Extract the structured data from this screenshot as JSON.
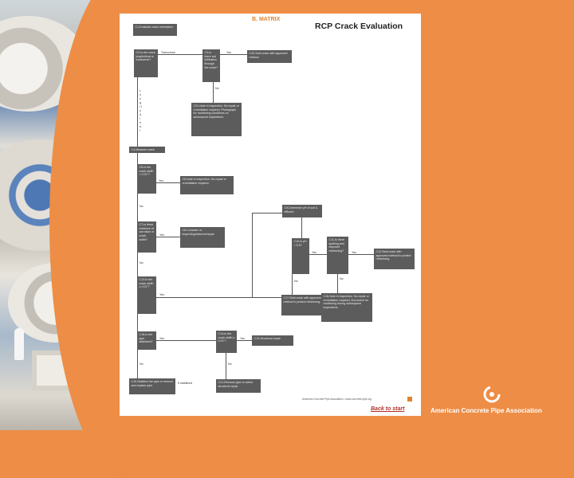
{
  "header": {
    "matrix": "B. MATRIX",
    "title": "RCP Crack Evaluation"
  },
  "boxes": {
    "c1": "C1-Evaluate crack orientation.",
    "c2": "C2-Is the crack longitudinal or transverse?",
    "c3": "C3-Is there soil infiltration through the crack?",
    "c32": "C32-Seal crack with approved method",
    "c31": "C31-Note in inspection. No repair or remediation required. Photograph for monitoring conditions on subsequent inspections.",
    "c4": "C4-Measure crack",
    "c5": "C5-Is the crack width < 0.01\"?",
    "c6": "C6-Note in inspection. No repair or remediation required.",
    "c9": "C9-Determine pH of soil & effluent.",
    "c7": "C7-Is there evidence of corrosion or crack width?",
    "c8": "C8-Consider re-inspecting/observe/repair",
    "c10": "C10-Is pH < 5.5?",
    "c11": "C11-Is there spalling and exposed reinforcing?",
    "c12": "C12-Seal crack with approved method to protect reinforcing.",
    "c13": "C13-Is the crack width ≥ 0.01\"?",
    "c17": "C17-Seal crack with approved method to protect reinforcing.",
    "c16": "C16-Note in inspection. No repair or remediation required. Document for monitoring during subsequent inspections.",
    "c18": "C18-Is the pipe stabilized?",
    "c14": "C14-Is the crack width ≥ 0.01\"?",
    "c15": "C15-Structural repair",
    "c19": "C19-Stabilize the pipe or remove and replace pipe.",
    "c21": "C21-Remove pipe or select structural repair"
  },
  "labels": {
    "transverse": "Transverse",
    "yes": "Yes",
    "no": "No",
    "stabilized": "If stabilized",
    "longitudinal": "L o n g i t u d i n a l"
  },
  "footer": {
    "note": "American Concrete Pipe Association • www.concrete-pipe.org",
    "back": "Back to start",
    "org": "American Concrete Pipe Association"
  }
}
